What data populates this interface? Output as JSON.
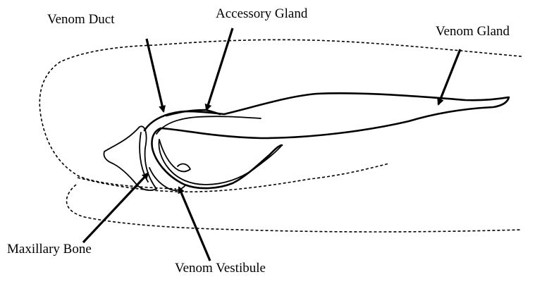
{
  "labels": {
    "venom_duct": "Venom Duct",
    "accessory_gland": "Accessory Gland",
    "venom_gland": "Venom Gland",
    "maxillary_bone": "Maxillary Bone",
    "venom_vestibule": "Venom Vestibule"
  },
  "colors": {
    "line": "#000000",
    "background": "#ffffff"
  }
}
